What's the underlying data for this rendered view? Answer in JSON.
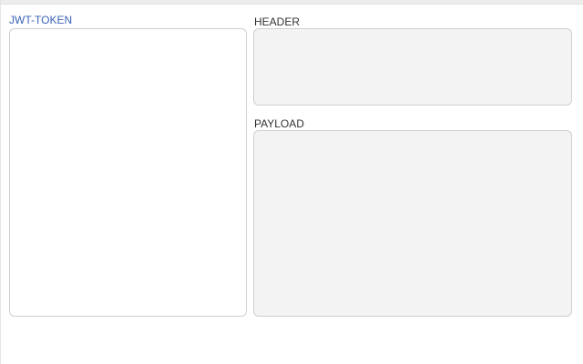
{
  "theme": {
    "accent": "#3a63b8",
    "panel_bg": "#f3f3f3",
    "border": "#cfcfcf"
  },
  "jwt_token": {
    "label": "JWT-TOKEN",
    "value": "",
    "placeholder": ""
  },
  "header": {
    "label": "HEADER",
    "value": ""
  },
  "payload": {
    "label": "PAYLOAD",
    "value": ""
  }
}
